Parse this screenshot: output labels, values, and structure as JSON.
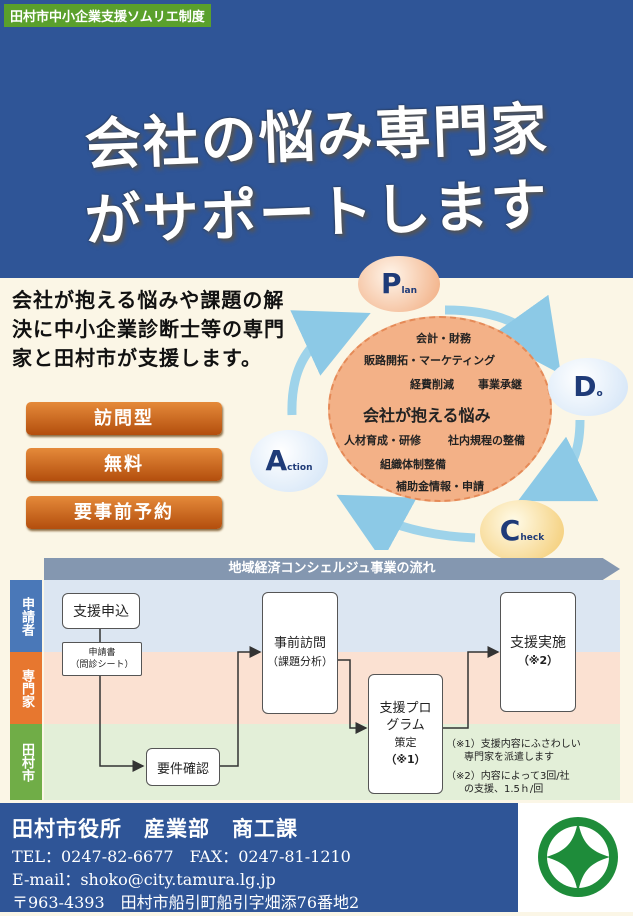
{
  "header": {
    "badge": "田村市中小企業支援ソムリエ制度",
    "title_line1": "会社の悩み専門家",
    "title_line2": "がサポートします"
  },
  "intro": {
    "text": "会社が抱える悩みや課題の解決に中小企業診断士等の専門家と田村市が支援します。",
    "tags": [
      "訪問型",
      "無料",
      "要事前予約"
    ]
  },
  "pdca": {
    "plan": {
      "letter": "P",
      "rest": "lan"
    },
    "do": {
      "letter": "D",
      "rest": "o"
    },
    "check": {
      "letter": "C",
      "rest": "heck"
    },
    "action": {
      "letter": "A",
      "rest": "ction"
    },
    "center_title": "会社が抱える悩み",
    "items": [
      "会計・財務",
      "販路開拓・マーケティング",
      "経費削減",
      "事業承継",
      "人材育成・研修",
      "社内規程の整備",
      "組織体制整備",
      "補助金情報・申請"
    ],
    "colors": {
      "accent_blue": "#7cc4e4",
      "center_fill": "#f3b187"
    }
  },
  "flow": {
    "title": "地域経済コンシェルジュ事業の流れ",
    "rows": [
      "申請者",
      "専門家",
      "田村市"
    ],
    "boxes": {
      "apply": "支援申込",
      "doc_line1": "申請書",
      "doc_line2": "（問診シート）",
      "confirm": "要件確認",
      "visit_line1": "事前訪問",
      "visit_line2": "（課題分析）",
      "program_line1": "支援プロ",
      "program_line2": "グラム",
      "program_line3": "策定",
      "program_line4": "（※1）",
      "exec_line1": "支援実施",
      "exec_line2": "（※2）"
    },
    "notes": {
      "n1_line1": "（※1）支援内容にふさわしい",
      "n1_line2": "専門家を派遣します",
      "n2_line1": "（※2）内容によって3回/社",
      "n2_line2": "の支援、1.5ｈ/回"
    }
  },
  "footer": {
    "org": "田村市役所　産業部　商工課",
    "tel_fax": "TEL：0247-82-6677　FAX：0247-81-1210",
    "email": "E-mail：shoko@city.tamura.lg.jp",
    "address": "〒963-4393　田村市船引町船引字畑添76番地2"
  },
  "colors": {
    "header_blue": "#2f5597",
    "badge_green": "#5aa02c",
    "tag_orange": "#c9611c"
  }
}
